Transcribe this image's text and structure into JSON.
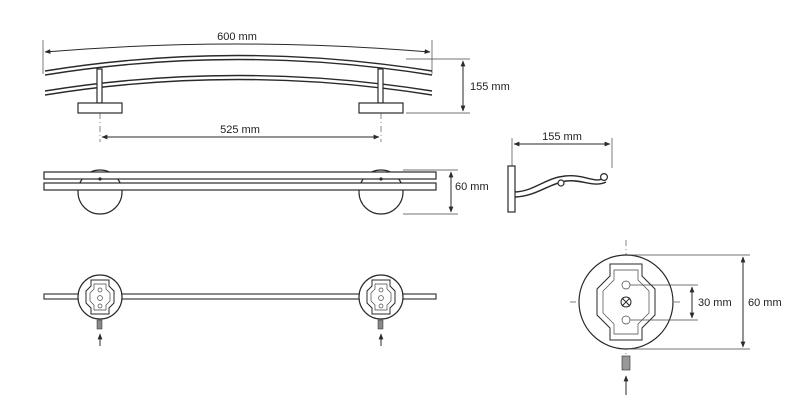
{
  "dimensions": {
    "top_width": "600 mm",
    "top_height": "155 mm",
    "bracket_spacing": "525 mm",
    "side_depth": "155 mm",
    "front_height": "60 mm",
    "plate_hole_spacing": "30 mm",
    "plate_diameter": "60 mm"
  },
  "colors": {
    "line": "#2a2a2a",
    "background": "#ffffff"
  }
}
